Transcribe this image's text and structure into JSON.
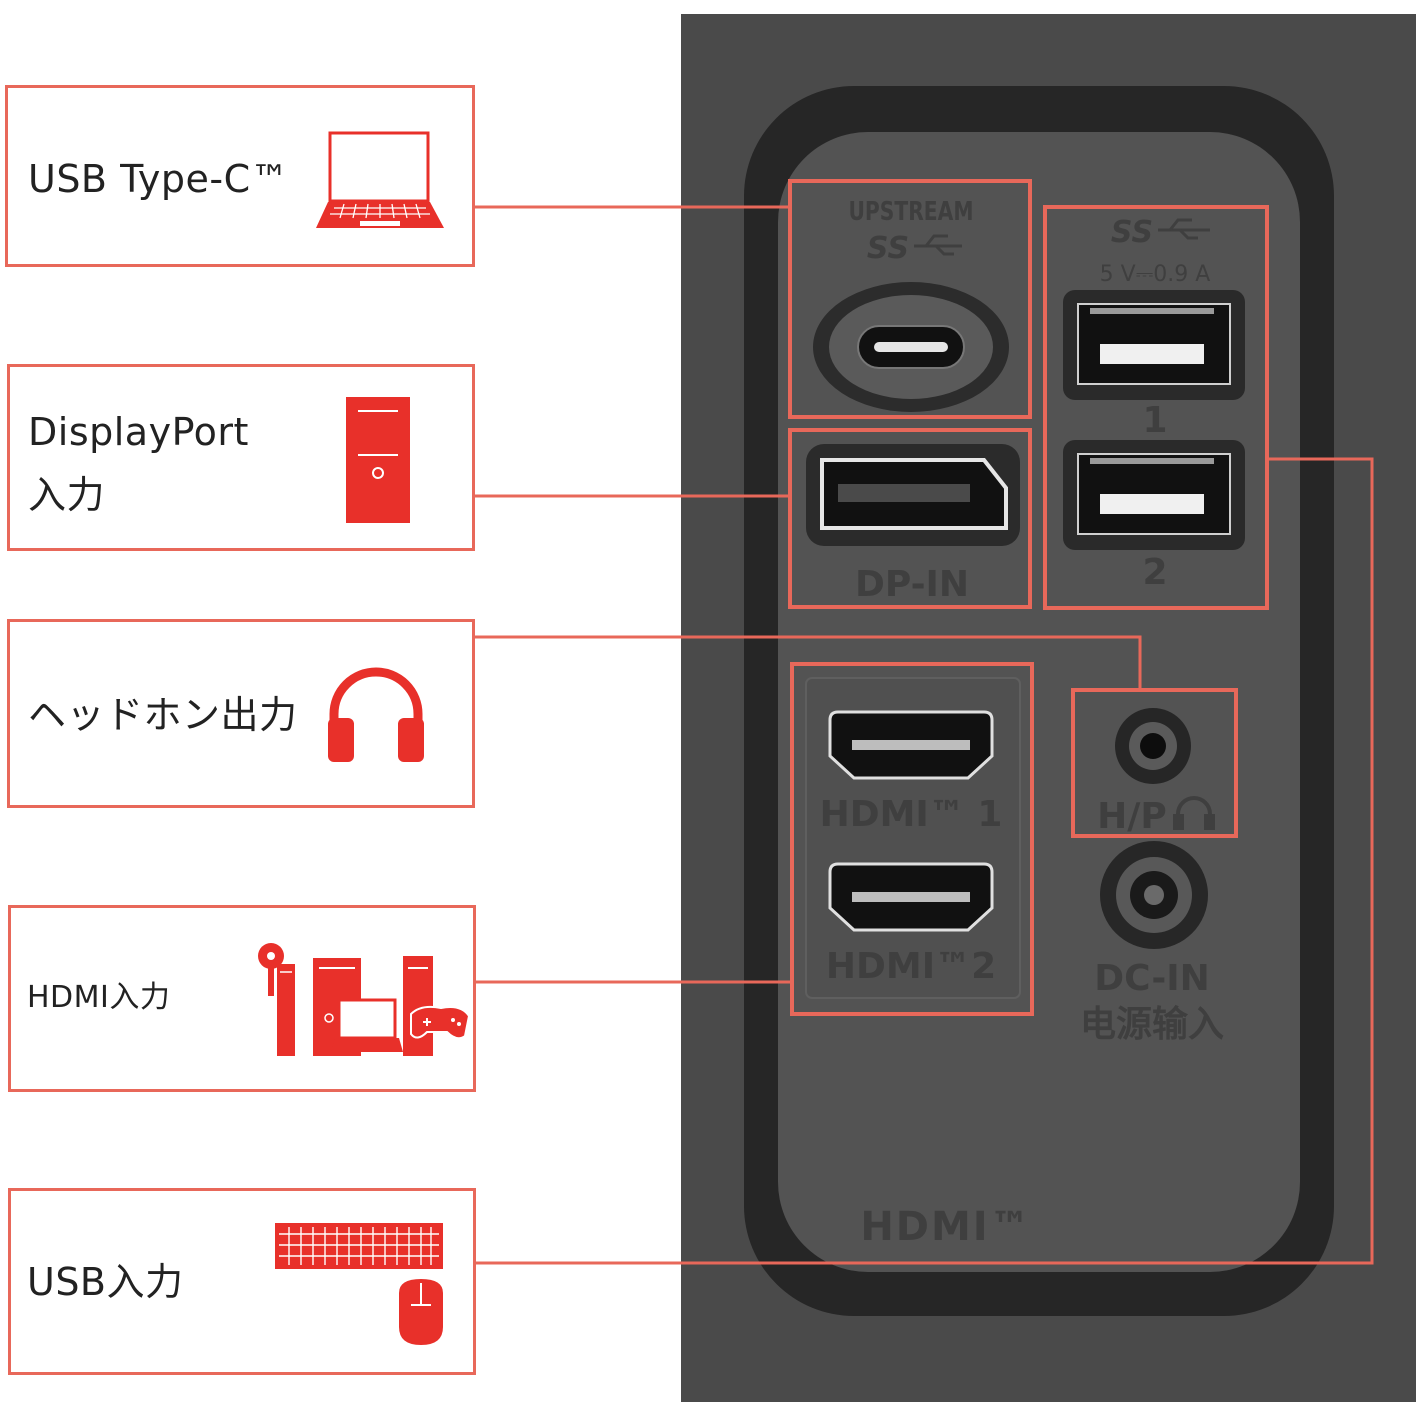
{
  "callouts": [
    {
      "label": "USB Type-C™",
      "icon": "laptop-icon"
    },
    {
      "label_line1": "DisplayPort",
      "label_line2": "入力",
      "icon": "desktop-tower-icon"
    },
    {
      "label": "ヘッドホン出力",
      "icon": "headphones-icon"
    },
    {
      "label": "HDMI入力",
      "icon": "devices-icon"
    },
    {
      "label": "USB入力",
      "icon": "keyboard-mouse-icon"
    }
  ],
  "panel": {
    "upstream_label": "UPSTREAM",
    "ss_logo": "SS",
    "usb_power_label": "5 V⎓0.9 A",
    "usb_port_1": "1",
    "usb_port_2": "2",
    "dp_label": "DP-IN",
    "hdmi1_label": "HDMI™ 1",
    "hdmi2_label": "HDMI™2",
    "hp_label": "H/P",
    "dc_label": "DC-IN",
    "power_label_cn": "电源输入",
    "hdmi_logo": "HDMI™"
  },
  "colors": {
    "accent": "#e8685a",
    "icon_red": "#e8302a",
    "panel": "#4a4a4a",
    "bezel": "#2a2a2a",
    "inner": "#525252"
  }
}
